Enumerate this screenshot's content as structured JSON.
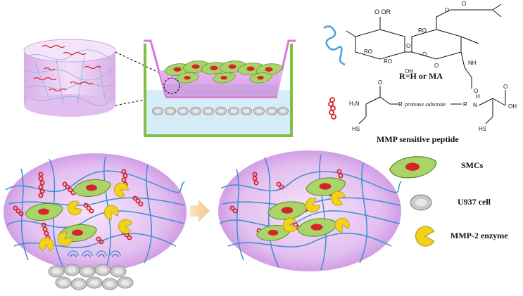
{
  "structure": {
    "r_groups": "R=H or MA",
    "peptide_title": "MMP sensitive peptide",
    "protease_label": "protease substrate",
    "atoms": {
      "oor": "O OR",
      "ro1": "RO",
      "ro2": "RO",
      "ro3": "RO",
      "o1": "O",
      "o2": "O",
      "o3": "O",
      "oh": "OH",
      "nh": "NH",
      "h2n": "H₂N",
      "hs1": "HS",
      "hs2": "HS",
      "o_pep1": "O",
      "o_pep2": "O",
      "oh_pep": "OH",
      "r1": "R",
      "r2": "R",
      "h_nh": "H",
      "n_nh": "N",
      "o_ester": "O",
      "o_keto": "O",
      "o_amide": "O"
    }
  },
  "legend": {
    "items": [
      {
        "label": "SMCs",
        "icon": "smc-cell-icon"
      },
      {
        "label": "U937 cell",
        "icon": "u937-cell-icon"
      },
      {
        "label": "MMP-2 enzyme",
        "icon": "mmp2-enzyme-icon"
      }
    ]
  },
  "colors": {
    "hydrogel": "#e6c6f2",
    "fiber": "#4aa0d6",
    "peptide": "#d8232a",
    "smc": "#a9d468",
    "nucleus": "#d8232a",
    "enzyme": "#f2d21b",
    "well": "#7dc242",
    "arrow": "#f6d9a0"
  }
}
